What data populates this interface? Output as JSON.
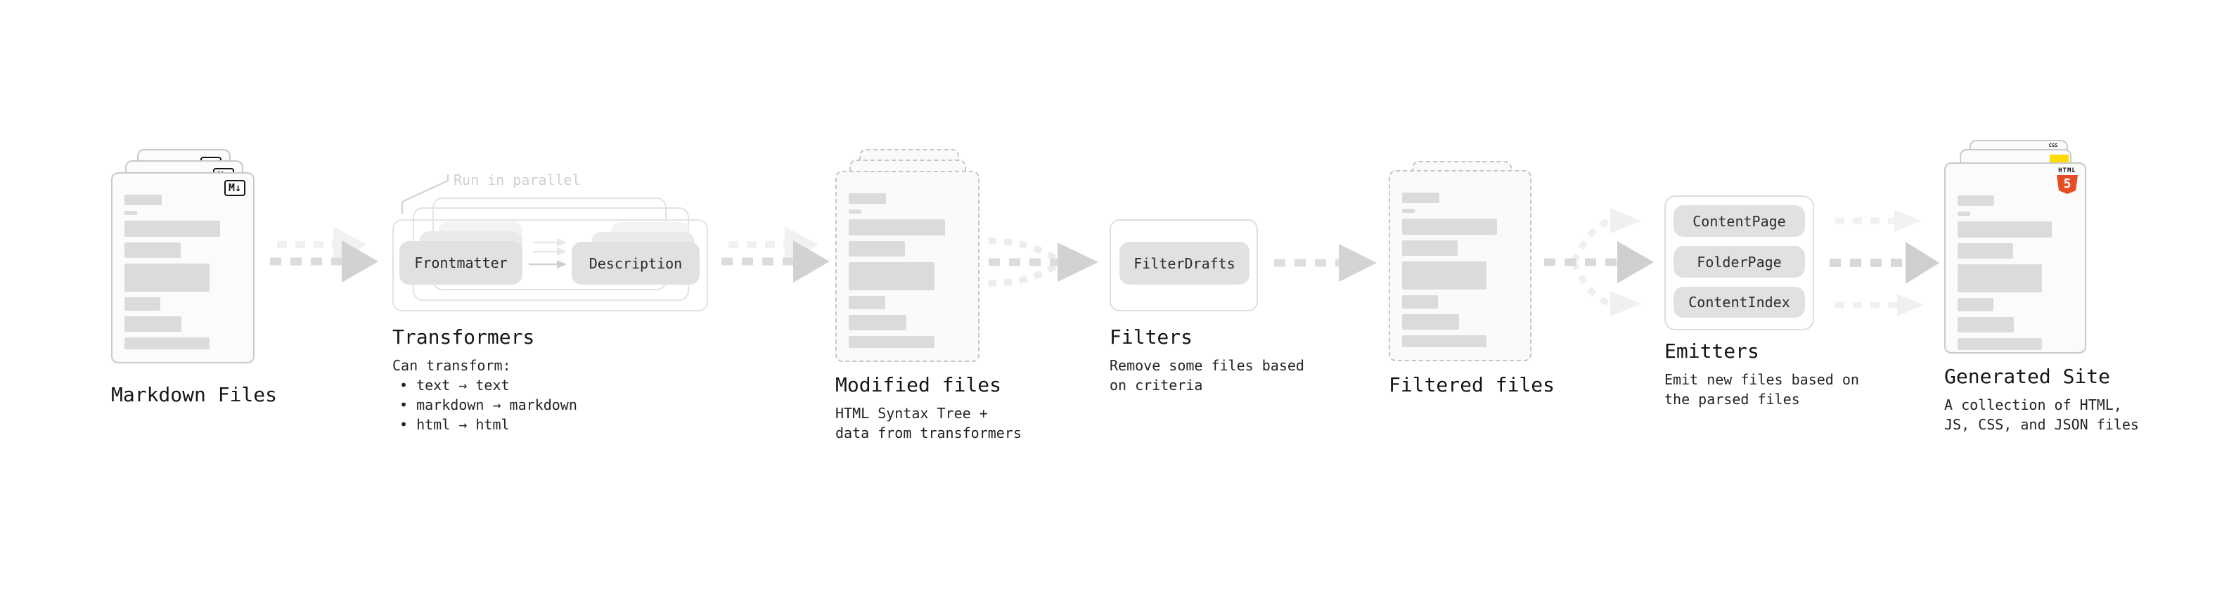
{
  "nodes": {
    "markdown_files": {
      "title": "Markdown Files",
      "badge": "M↓"
    },
    "transformers": {
      "title": "Transformers",
      "annotation": "Run in parallel",
      "pill_left": "Frontmatter",
      "pill_right": "Description",
      "desc_lines": [
        "Can transform:",
        "• text → text",
        "• markdown → markdown",
        "• html → html"
      ]
    },
    "modified_files": {
      "title": "Modified files",
      "desc_lines": [
        "HTML Syntax Tree +",
        "data from transformers"
      ]
    },
    "filters": {
      "title": "Filters",
      "pill": "FilterDrafts",
      "desc_lines": [
        "Remove some files based",
        "on criteria"
      ]
    },
    "filtered_files": {
      "title": "Filtered files"
    },
    "emitters": {
      "title": "Emitters",
      "pills": [
        "ContentPage",
        "FolderPage",
        "ContentIndex"
      ],
      "desc_lines": [
        "Emit new files based on",
        "the parsed files"
      ]
    },
    "generated_site": {
      "title": "Generated Site",
      "badge_css": "CSS",
      "badge_html_label": "HTML",
      "badge_html_number": "5",
      "desc_lines": [
        "A collection of HTML,",
        "JS, CSS, and JSON files"
      ]
    }
  },
  "colors": {
    "html5_orange": "#e44d26",
    "js_yellow": "#ffdc00",
    "css_blue": "#2965f1",
    "pill_bg": "#e1e1e1",
    "card_border": "#c9c9c9",
    "dashed_border": "#c6c6c6",
    "bar": "#dbdbdb",
    "annotation": "#d0d0d0",
    "arrow_dark": "#dcdcdc",
    "arrow_light": "#f1f1f1"
  }
}
